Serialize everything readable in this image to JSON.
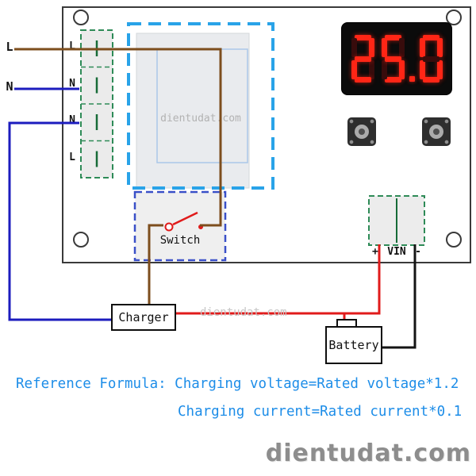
{
  "board": {
    "mains": {
      "live": "L",
      "neutral": "N"
    },
    "terminals": [
      "L",
      "N",
      "N",
      "L"
    ],
    "display": {
      "value": "25.0"
    },
    "vin": {
      "plus": "+",
      "label": "VIN",
      "minus": "-"
    },
    "switch_label": "Switch"
  },
  "external": {
    "charger": "Charger",
    "battery": "Battery"
  },
  "formula": {
    "line1": "Reference Formula: Charging voltage=Rated voltage*1.2",
    "line2": "Charging current=Rated current*0.1"
  },
  "watermark": "dientudat.com",
  "colors": {
    "wire_live": "#7d4e1d",
    "wire_neutral": "#1c1cbe",
    "wire_positive": "#e01b1b",
    "wire_negative": "#141414",
    "terminal_green": "#2e8b57",
    "terminal_slot_green": "#176b38",
    "relay_outline_blue": "#29a3e8",
    "switch_outline_blue": "#3a50c8",
    "switch_symbol_red": "#e01b1b",
    "display_digit_red": "#ff2616",
    "formula_blue": "#1d8de8"
  }
}
